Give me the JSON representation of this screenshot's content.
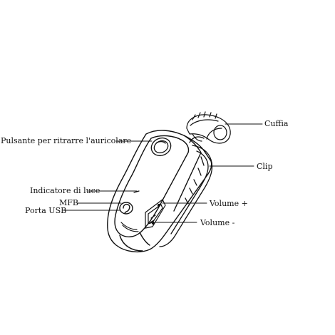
{
  "diagram": {
    "labels": {
      "pulsante": "Pulsante per ritrarre l'auricolare",
      "indicatore": "Indicatore di luce",
      "mfb": "MFB",
      "usb": "Porta USB",
      "cuffia": "Cuffia",
      "clip": "Clip",
      "volume_plus": "Volume +",
      "volume_minus": "Volume -"
    },
    "colors": {
      "ink": "#111111",
      "background": "#ffffff"
    },
    "icons": {
      "mfb_symbol": "phone-hook-icon"
    }
  }
}
